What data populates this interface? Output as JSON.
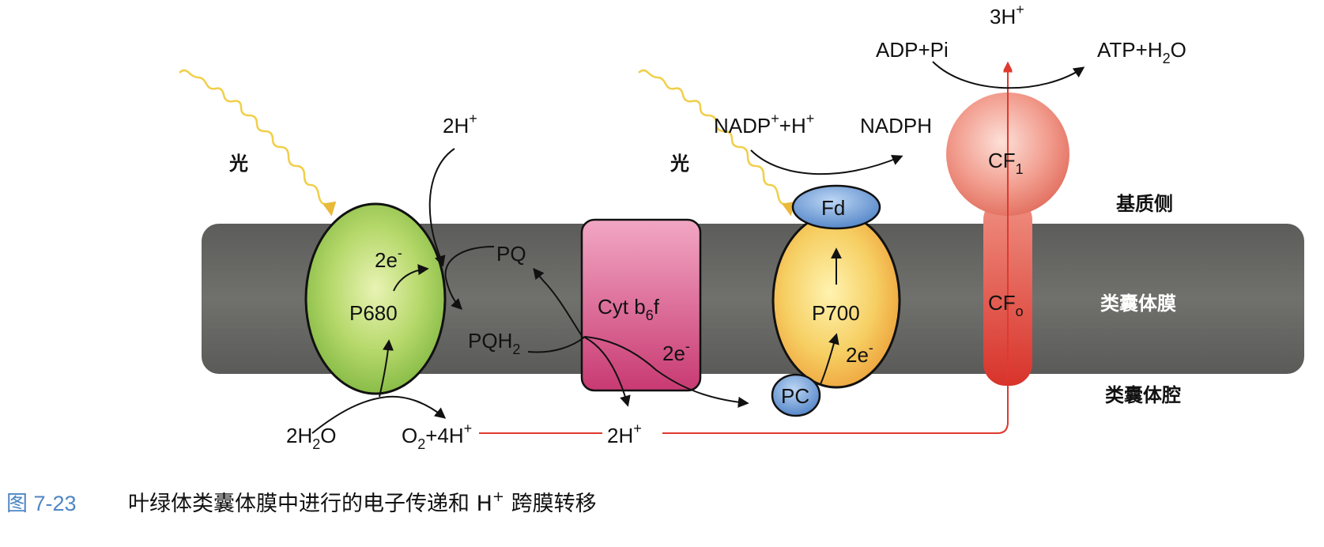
{
  "labels": {
    "light_left": "光",
    "light_right": "光",
    "psii_h_in": "2H",
    "psii_h_in_sup": "+",
    "e_psii": "2e",
    "e_psii_sup": "-",
    "p680": "P680",
    "pq": "PQ",
    "pqh2": "PQH",
    "pqh2_sub": "2",
    "cyt_main": "Cyt b",
    "cyt_sub": "6",
    "cyt_tail": "f",
    "e_cyt": "2e",
    "e_cyt_sup": "-",
    "nadp_main": "NADP",
    "nadp_sup": "+",
    "nadp_plus_h": "+H",
    "nadp_plus_h_sup": "+",
    "nadph": "NADPH",
    "fd": "Fd",
    "p700": "P700",
    "e_psi": "2e",
    "e_psi_sup": "-",
    "pc": "PC",
    "adp": "ADP+Pi",
    "atp_main": "ATP+H",
    "atp_sub": "2",
    "atp_tail": "O",
    "h3": "3H",
    "h3_sup": "+",
    "cf1_main": "CF",
    "cf1_sub": "1",
    "cfo_main": "CF",
    "cfo_sub": "o",
    "water_a": "2H",
    "water_sub": "2",
    "water_b": "O",
    "o2_a": "O",
    "o2_sub": "2",
    "o2_b": "+4H",
    "o2_sup": "+",
    "lumen_h": "2H",
    "lumen_h_sup": "+",
    "side_stroma": "基质侧",
    "side_membrane": "类囊体膜",
    "side_lumen": "类囊体腔"
  },
  "caption": {
    "number": "图 7-23",
    "text_a": "叶绿体类囊体膜中进行的电子传递和 H",
    "text_sup": "+",
    "text_b": " 跨膜转移"
  },
  "colors": {
    "membrane": "#6b6b6b",
    "psii": "#8fc24a",
    "cyt_b6f": "#d9457f",
    "psi": "#f2bd4e",
    "fd_pc": "#5e8fcf",
    "atp_synthase": "#e2524a",
    "light": "#f2d04a",
    "proton_path": "#d9534f"
  }
}
